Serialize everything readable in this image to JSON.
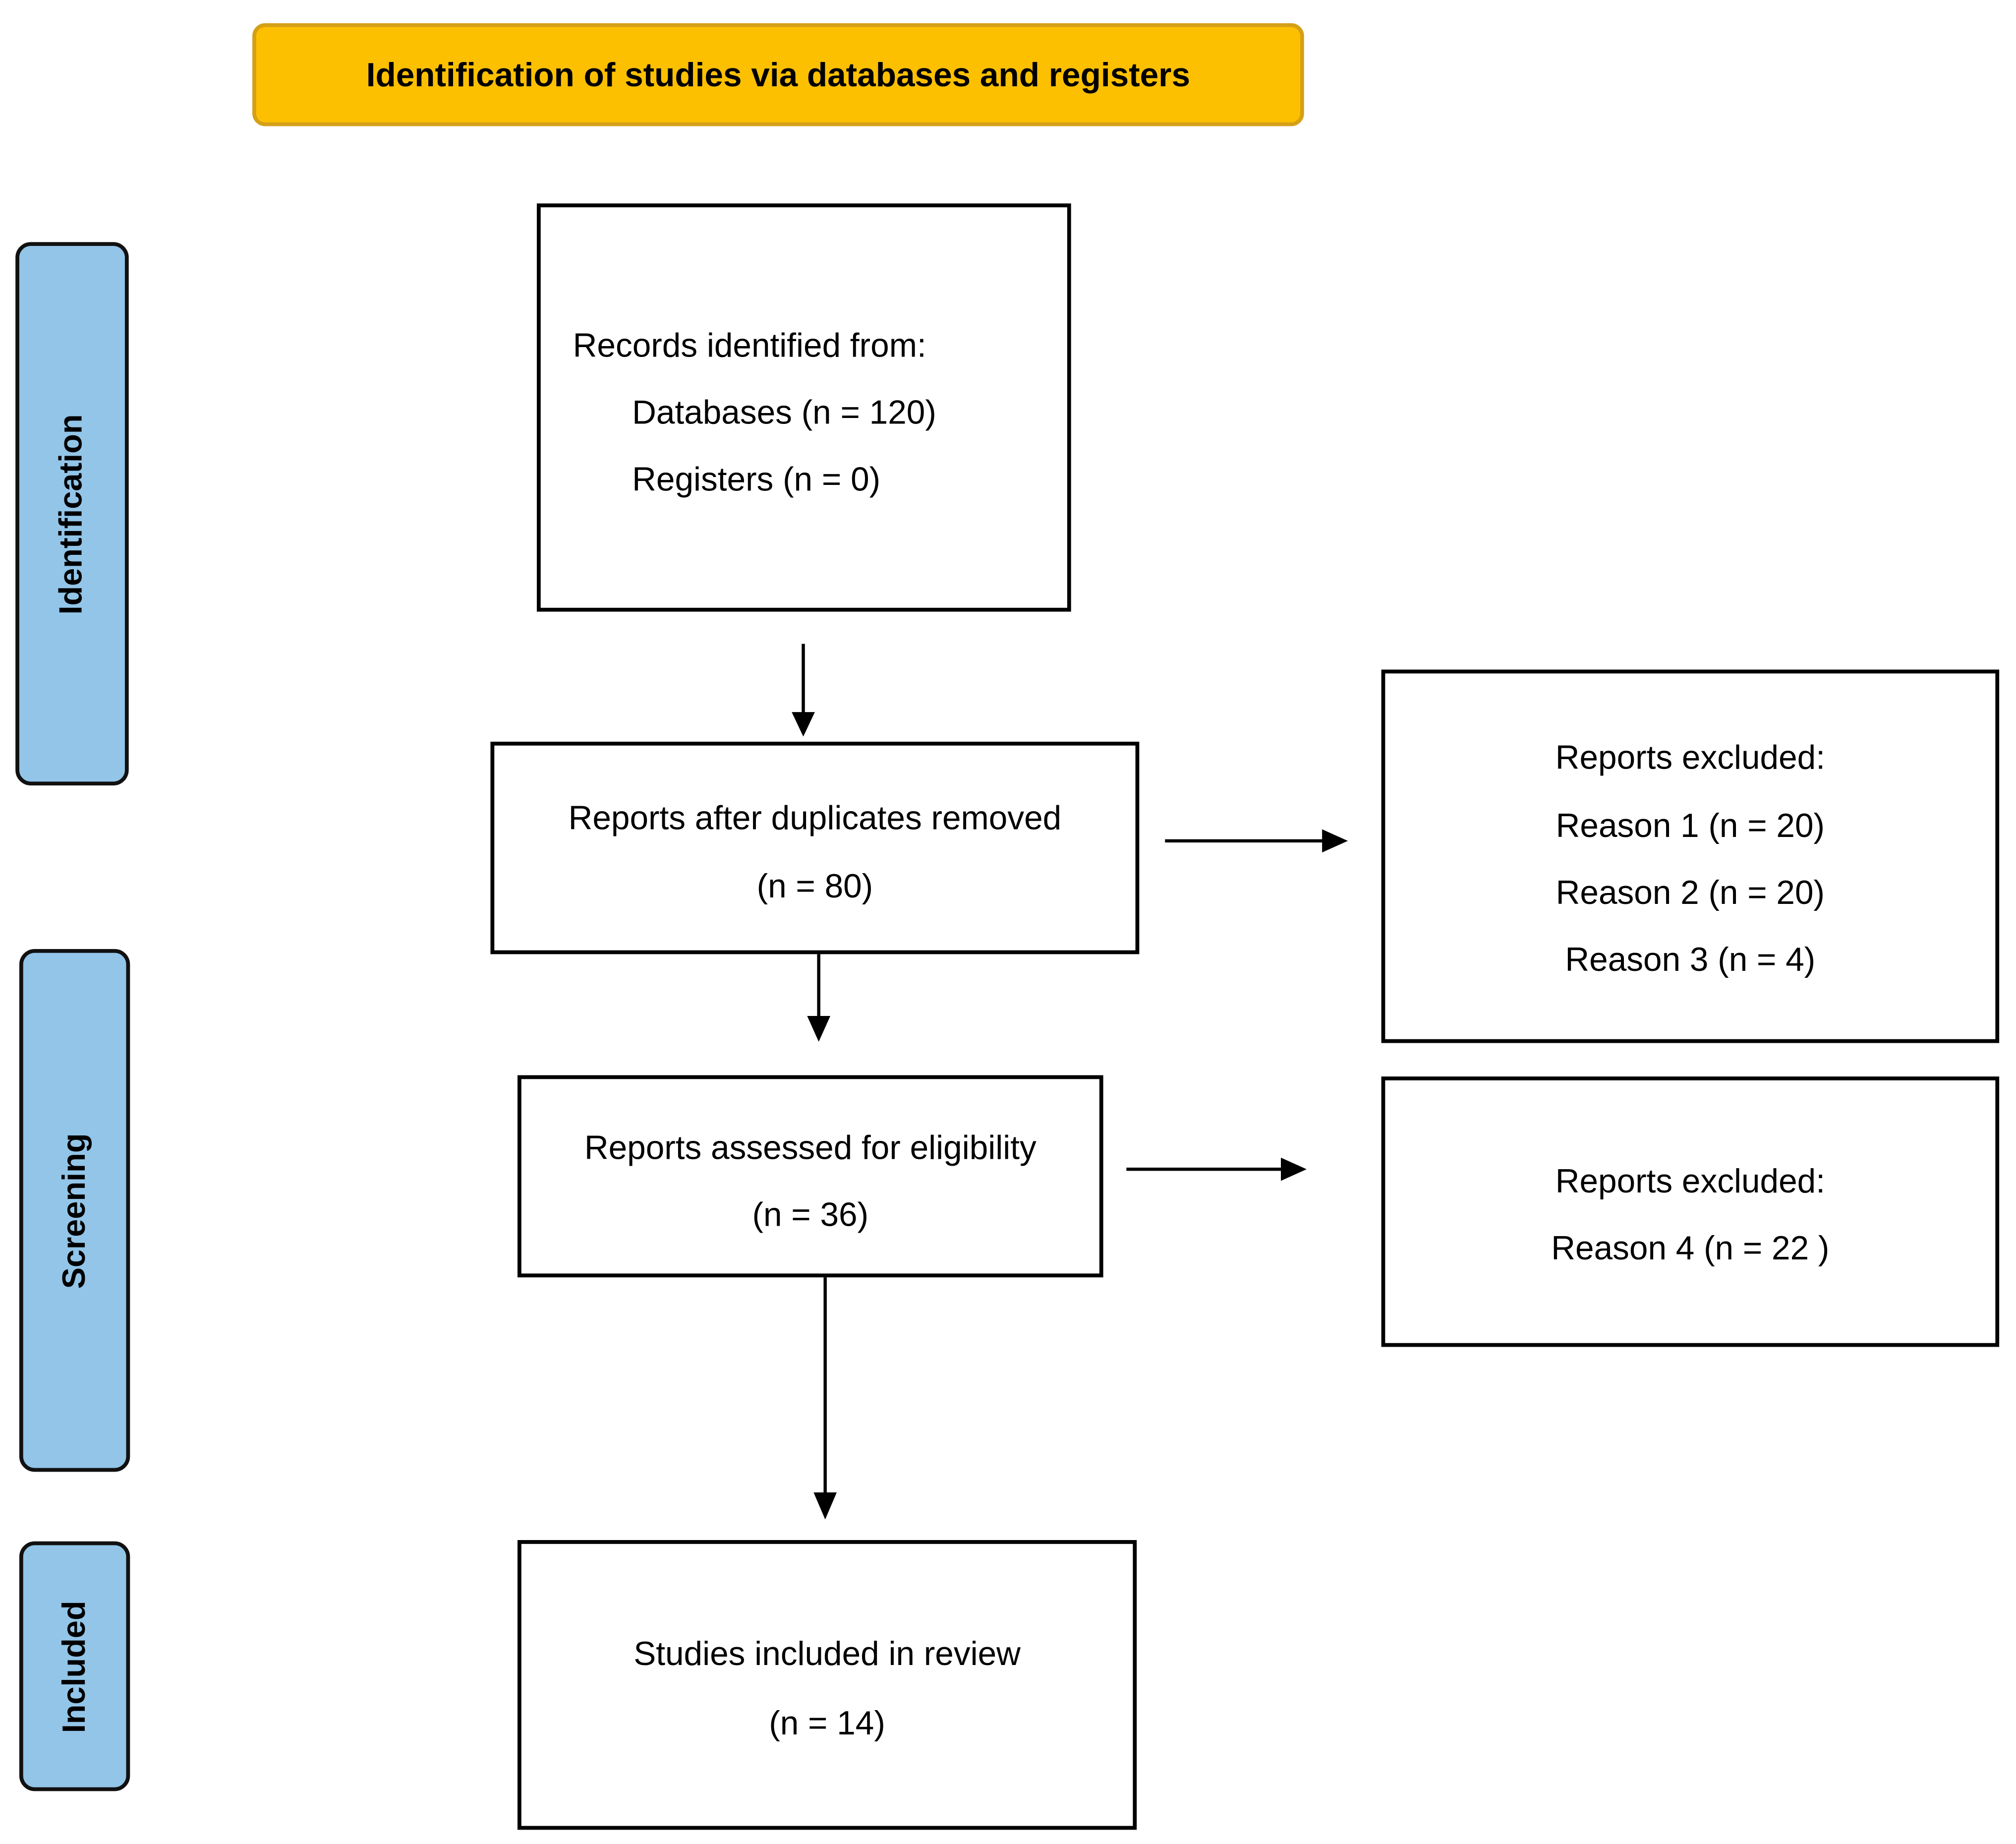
{
  "header": {
    "title": "Identification of studies via databases and registers"
  },
  "phases": {
    "identification": "Identification",
    "screening": "Screening",
    "included": "Included"
  },
  "boxes": {
    "records": {
      "title": "Records identified from:",
      "databases": "Databases (n = 120)",
      "registers": "Registers (n = 0)"
    },
    "after_duplicates": {
      "label": "Reports after duplicates removed",
      "count": "(n = 80)"
    },
    "excluded_first": {
      "title": "Reports excluded:",
      "reasons": [
        "Reason 1 (n = 20)",
        "Reason 2 (n = 20)",
        "Reason 3 (n = 4)"
      ]
    },
    "assessed": {
      "label": "Reports assessed for eligibility",
      "count": "(n = 36)"
    },
    "excluded_second": {
      "title": "Reports excluded:",
      "reasons": [
        "Reason 4 (n = 22 )"
      ]
    },
    "included": {
      "label": "Studies included in review",
      "count": "(n = 14)"
    }
  },
  "colors": {
    "header_fill": "#fdc000",
    "phase_fill": "#92c5e8"
  }
}
